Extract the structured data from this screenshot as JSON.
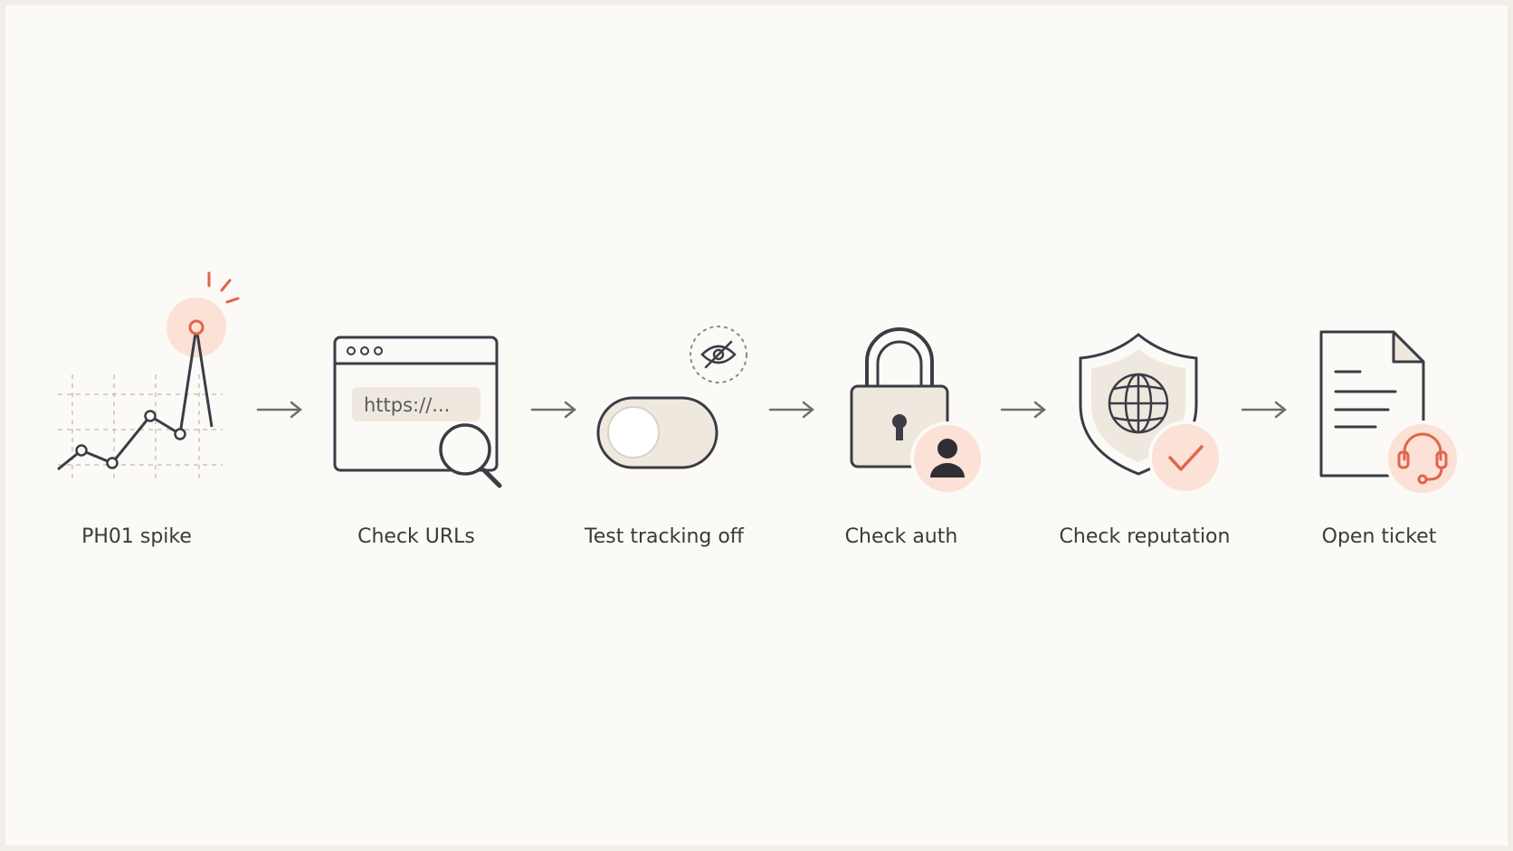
{
  "flow": {
    "steps": [
      {
        "label": "PH01 spike",
        "icon": "spike-chart-icon"
      },
      {
        "label": "Check URLs",
        "icon": "browser-search-icon"
      },
      {
        "label": "Test tracking off",
        "icon": "toggle-off-icon"
      },
      {
        "label": "Check auth",
        "icon": "padlock-user-icon"
      },
      {
        "label": "Check reputation",
        "icon": "shield-globe-icon"
      },
      {
        "label": "Open ticket",
        "icon": "document-support-icon"
      }
    ],
    "url_placeholder": "https://..."
  },
  "colors": {
    "background": "#fcfaf6",
    "line": "#3c3c46",
    "accent": "#e0654a",
    "accent_soft": "#fbe1d6",
    "fill_soft": "#efe8de",
    "arrow": "#6e6e6e"
  }
}
